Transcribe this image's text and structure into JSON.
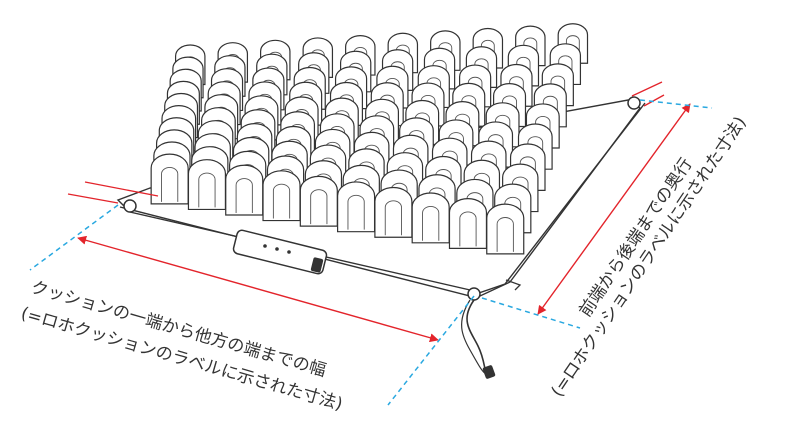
{
  "labels": {
    "width_line1": "クッションの一端から他方の端までの幅",
    "width_line2": "(=ロホクッションのラベルに示された寸法)",
    "depth_line1": "前端から後端までの奥行",
    "depth_line2": "(=ロホクッションのラベルに示された寸法)"
  },
  "colors": {
    "arrow": "#e3242b",
    "guide": "#29a8e0",
    "outline": "#333333",
    "cushion_fill": "#ffffff"
  },
  "cushion_grid": {
    "rows": 10,
    "cols": 10
  },
  "icons": [
    "cushion-illustration",
    "valve-icon",
    "inflation-hose-icon",
    "arrow-head-icon"
  ]
}
